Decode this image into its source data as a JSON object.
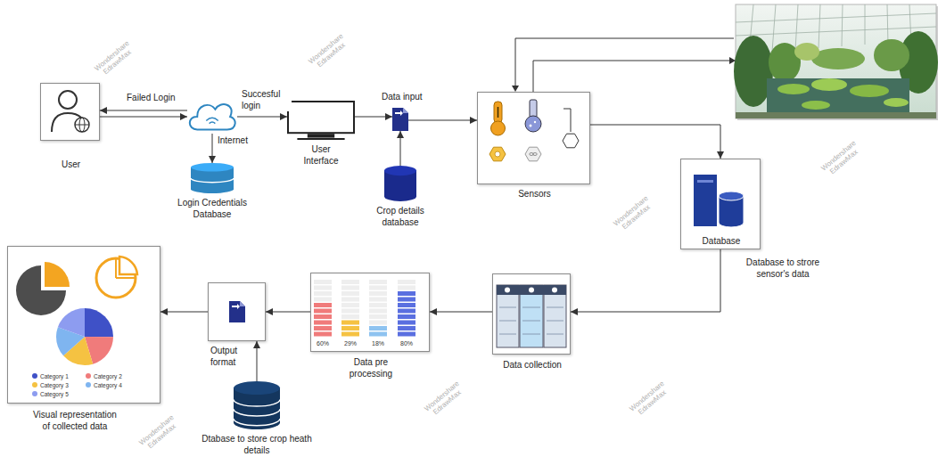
{
  "diagram": {
    "nodes": [
      {
        "text": [
          "User"
        ]
      },
      {
        "text": [
          "Internet"
        ]
      },
      {
        "text": [
          "Login Credentials Database"
        ]
      },
      {
        "text": [
          "User Interface"
        ]
      },
      {
        "text": [
          "Data input"
        ]
      },
      {
        "text": [
          "Crop details database"
        ]
      },
      {
        "text": [
          "Sensors"
        ]
      },
      {
        "text": [
          "Database",
          "Database to strore sensor's data"
        ]
      },
      {
        "text": [
          "Visual representation of collected data"
        ]
      },
      {
        "text": [
          "Output format"
        ]
      },
      {
        "text": [
          "Data pre processing"
        ]
      },
      {
        "text": [
          "Data collection"
        ]
      },
      {
        "text": [
          "Dtabase to store crop heath details"
        ]
      }
    ],
    "edges": [
      {
        "from": 1,
        "to": 0,
        "label": "Failed Login",
        "arrow": "to"
      },
      {
        "from": 0,
        "to": 1,
        "arrow": "to"
      },
      {
        "from": 1,
        "to": 2,
        "arrow": "to"
      },
      {
        "from": 1,
        "to": 3,
        "label": "Succesful login",
        "arrow": "to"
      },
      {
        "from": 3,
        "to": 4,
        "arrow": "to"
      },
      {
        "from": 5,
        "to": 4,
        "arrow": "to"
      },
      {
        "from": 4,
        "to": 6,
        "arrow": "to"
      },
      {
        "from": 6,
        "to": 7,
        "arrow": "to"
      },
      {
        "from": 7,
        "to": 11,
        "arrow": "to"
      },
      {
        "from": 11,
        "to": 10,
        "arrow": "to"
      },
      {
        "from": 10,
        "to": 9,
        "arrow": "to"
      },
      {
        "from": 12,
        "to": 9,
        "arrow": "to"
      },
      {
        "from": 9,
        "to": 8,
        "arrow": "to"
      }
    ],
    "labels": [
      "Wondershare EdrawMax",
      "Wondershare EdrawMax",
      "Wondershare EdrawMax",
      "Wondershare EdrawMax",
      "Wondershare EdrawMax",
      "Wondershare EdrawMax",
      "Wondershare EdrawMax",
      "60%",
      "29%",
      "18%",
      "80%"
    ],
    "legend": [
      {
        "text": "Category 1",
        "color": "#3f51c7"
      },
      {
        "text": "Category 2",
        "color": "#f07b7b"
      },
      {
        "text": "Category 3",
        "color": "#f5c242"
      },
      {
        "text": "Category 4",
        "color": "#7fb5f0"
      },
      {
        "text": "Category 5",
        "color": "#8d9cf0"
      }
    ]
  }
}
